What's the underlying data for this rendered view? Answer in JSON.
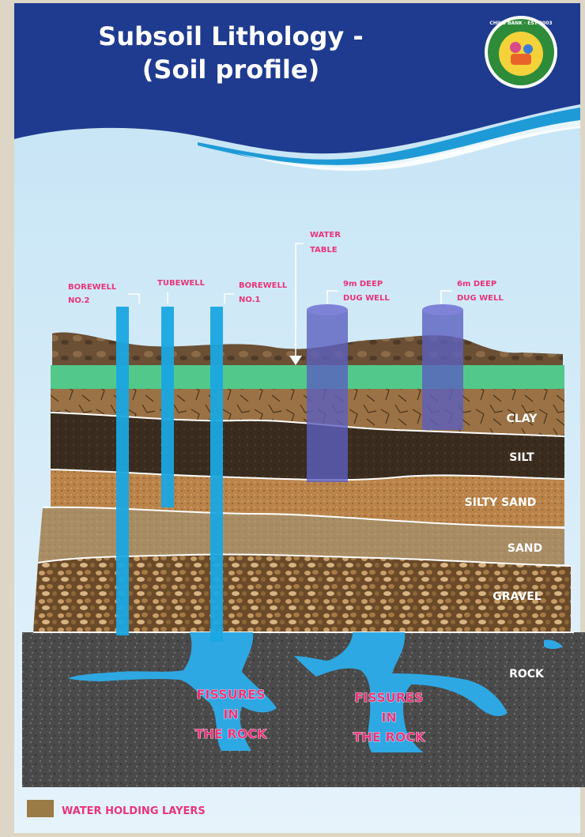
{
  "header": {
    "title_line1": "Subsoil Lithology -",
    "title_line2": "(Soil profile)",
    "colors": {
      "banner": "#1f3b8f",
      "wave_light": "#1e9bd7",
      "sky_top": "#c8e6f6",
      "sky_bottom": "#e3f2fb"
    }
  },
  "logo": {
    "icon": "school-emblem-icon",
    "text": "CHILD BANK · EST 2003"
  },
  "wells": {
    "borewell_2": {
      "line1": "BOREWELL",
      "line2": "NO.2"
    },
    "tubewell": {
      "line1": "TUBEWELL"
    },
    "borewell_1": {
      "line1": "BOREWELL",
      "line2": "NO.1"
    },
    "water_table": {
      "line1": "WATER",
      "line2": "TABLE"
    },
    "dug_well_9m": {
      "line1": "9m DEEP",
      "line2": "DUG WELL"
    },
    "dug_well_6m": {
      "line1": "6m DEEP",
      "line2": "DUG WELL"
    },
    "label_color": "#e8347a",
    "pipe_color": "#1aa7e0",
    "dugwell_color": "#5b5fbf"
  },
  "layers": {
    "clay": "CLAY",
    "silt": "SILT",
    "silty_sand": "SILTY SAND",
    "sand": "SAND",
    "gravel": "GRAVEL",
    "rock": "ROCK"
  },
  "fissures": {
    "left": {
      "line1": "FISSURES",
      "line2": "IN",
      "line3": "THE ROCK"
    },
    "right": {
      "line1": "FISSURES",
      "line2": "IN",
      "line3": "THE ROCK"
    },
    "color": "#e8347a"
  },
  "legend": {
    "label": "WATER HOLDING LAYERS",
    "swatch_color": "#9a7a45"
  }
}
